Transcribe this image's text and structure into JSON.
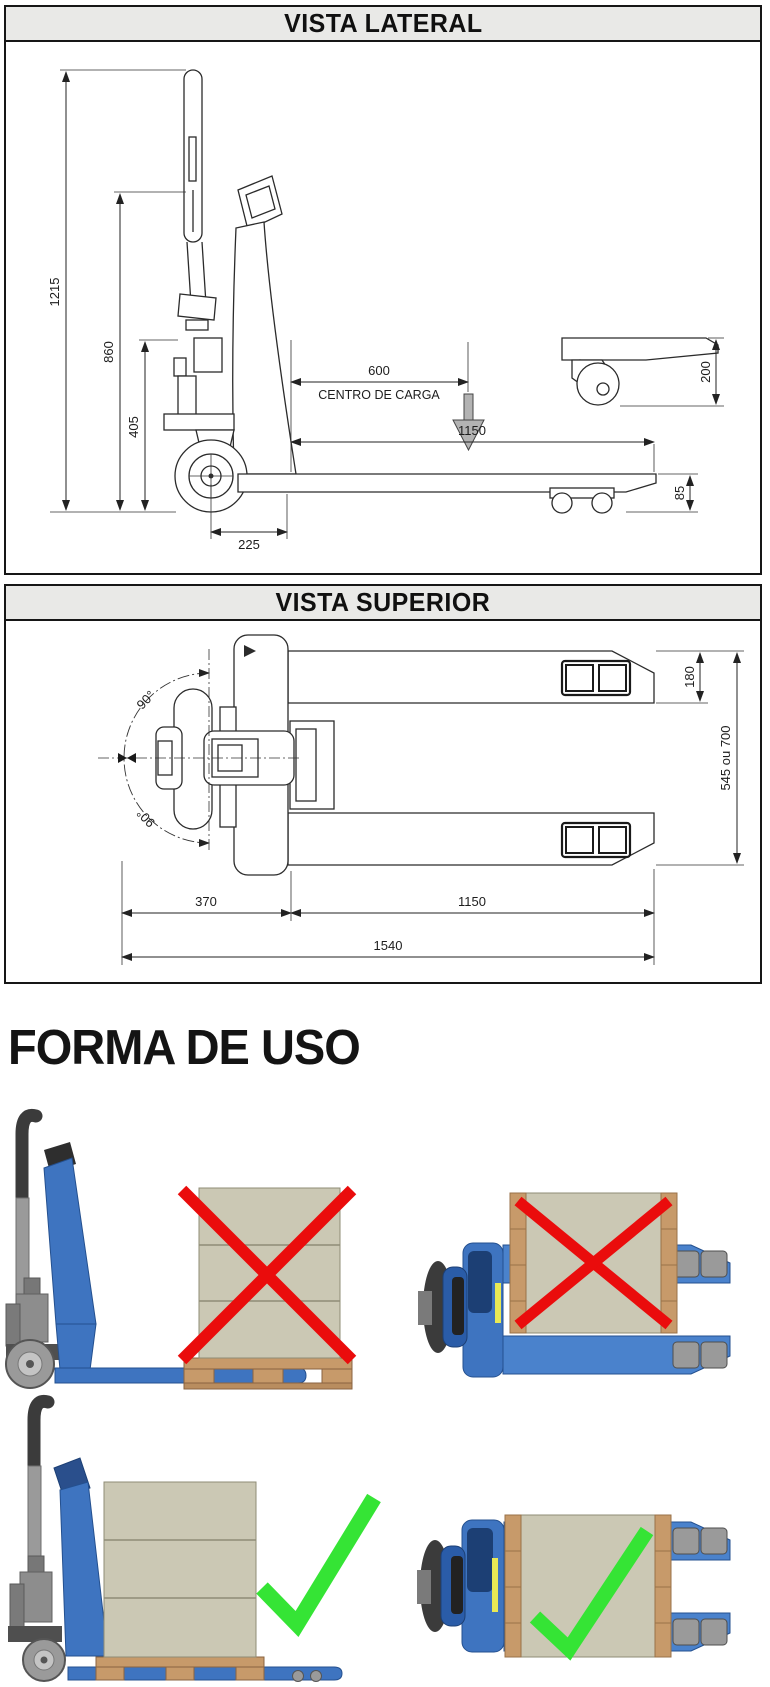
{
  "lateral": {
    "title": "VISTA LATERAL",
    "dims": {
      "total_height": "1215",
      "handle_height": "860",
      "lowered_height": "405",
      "wheel_offset": "225",
      "load_center": "600",
      "load_center_label": "CENTRO DE CARGA",
      "fork_length": "1150",
      "lift_height": "200",
      "fork_lowered_height": "85"
    }
  },
  "superior": {
    "title": "VISTA SUPERIOR",
    "dims": {
      "steer_angle_top": "90°",
      "steer_angle_bottom": "90°",
      "fork_width": "180",
      "overall_width": "545 ou 700",
      "head_length": "370",
      "fork_length": "1150",
      "overall_length": "1540"
    }
  },
  "usage": {
    "heading": "FORMA DE USO",
    "items": [
      {
        "id": "side-incorrect",
        "view": "side",
        "correct": false,
        "mark": "red-x"
      },
      {
        "id": "top-incorrect",
        "view": "top",
        "correct": false,
        "mark": "red-x"
      },
      {
        "id": "side-correct",
        "view": "side",
        "correct": true,
        "mark": "green-check"
      },
      {
        "id": "top-correct",
        "view": "top",
        "correct": true,
        "mark": "green-check"
      }
    ]
  },
  "colors": {
    "truck_blue": "#3e74c0",
    "truck_blue_dark": "#24508f",
    "wrong_red": "#ea0c0c",
    "correct_green": "#35e435",
    "box_beige": "#cbc8b4",
    "pallet_wood": "#c79a6a",
    "titlebar_gray": "#e9e9e7",
    "metal_gray": "#9a9a9a"
  }
}
